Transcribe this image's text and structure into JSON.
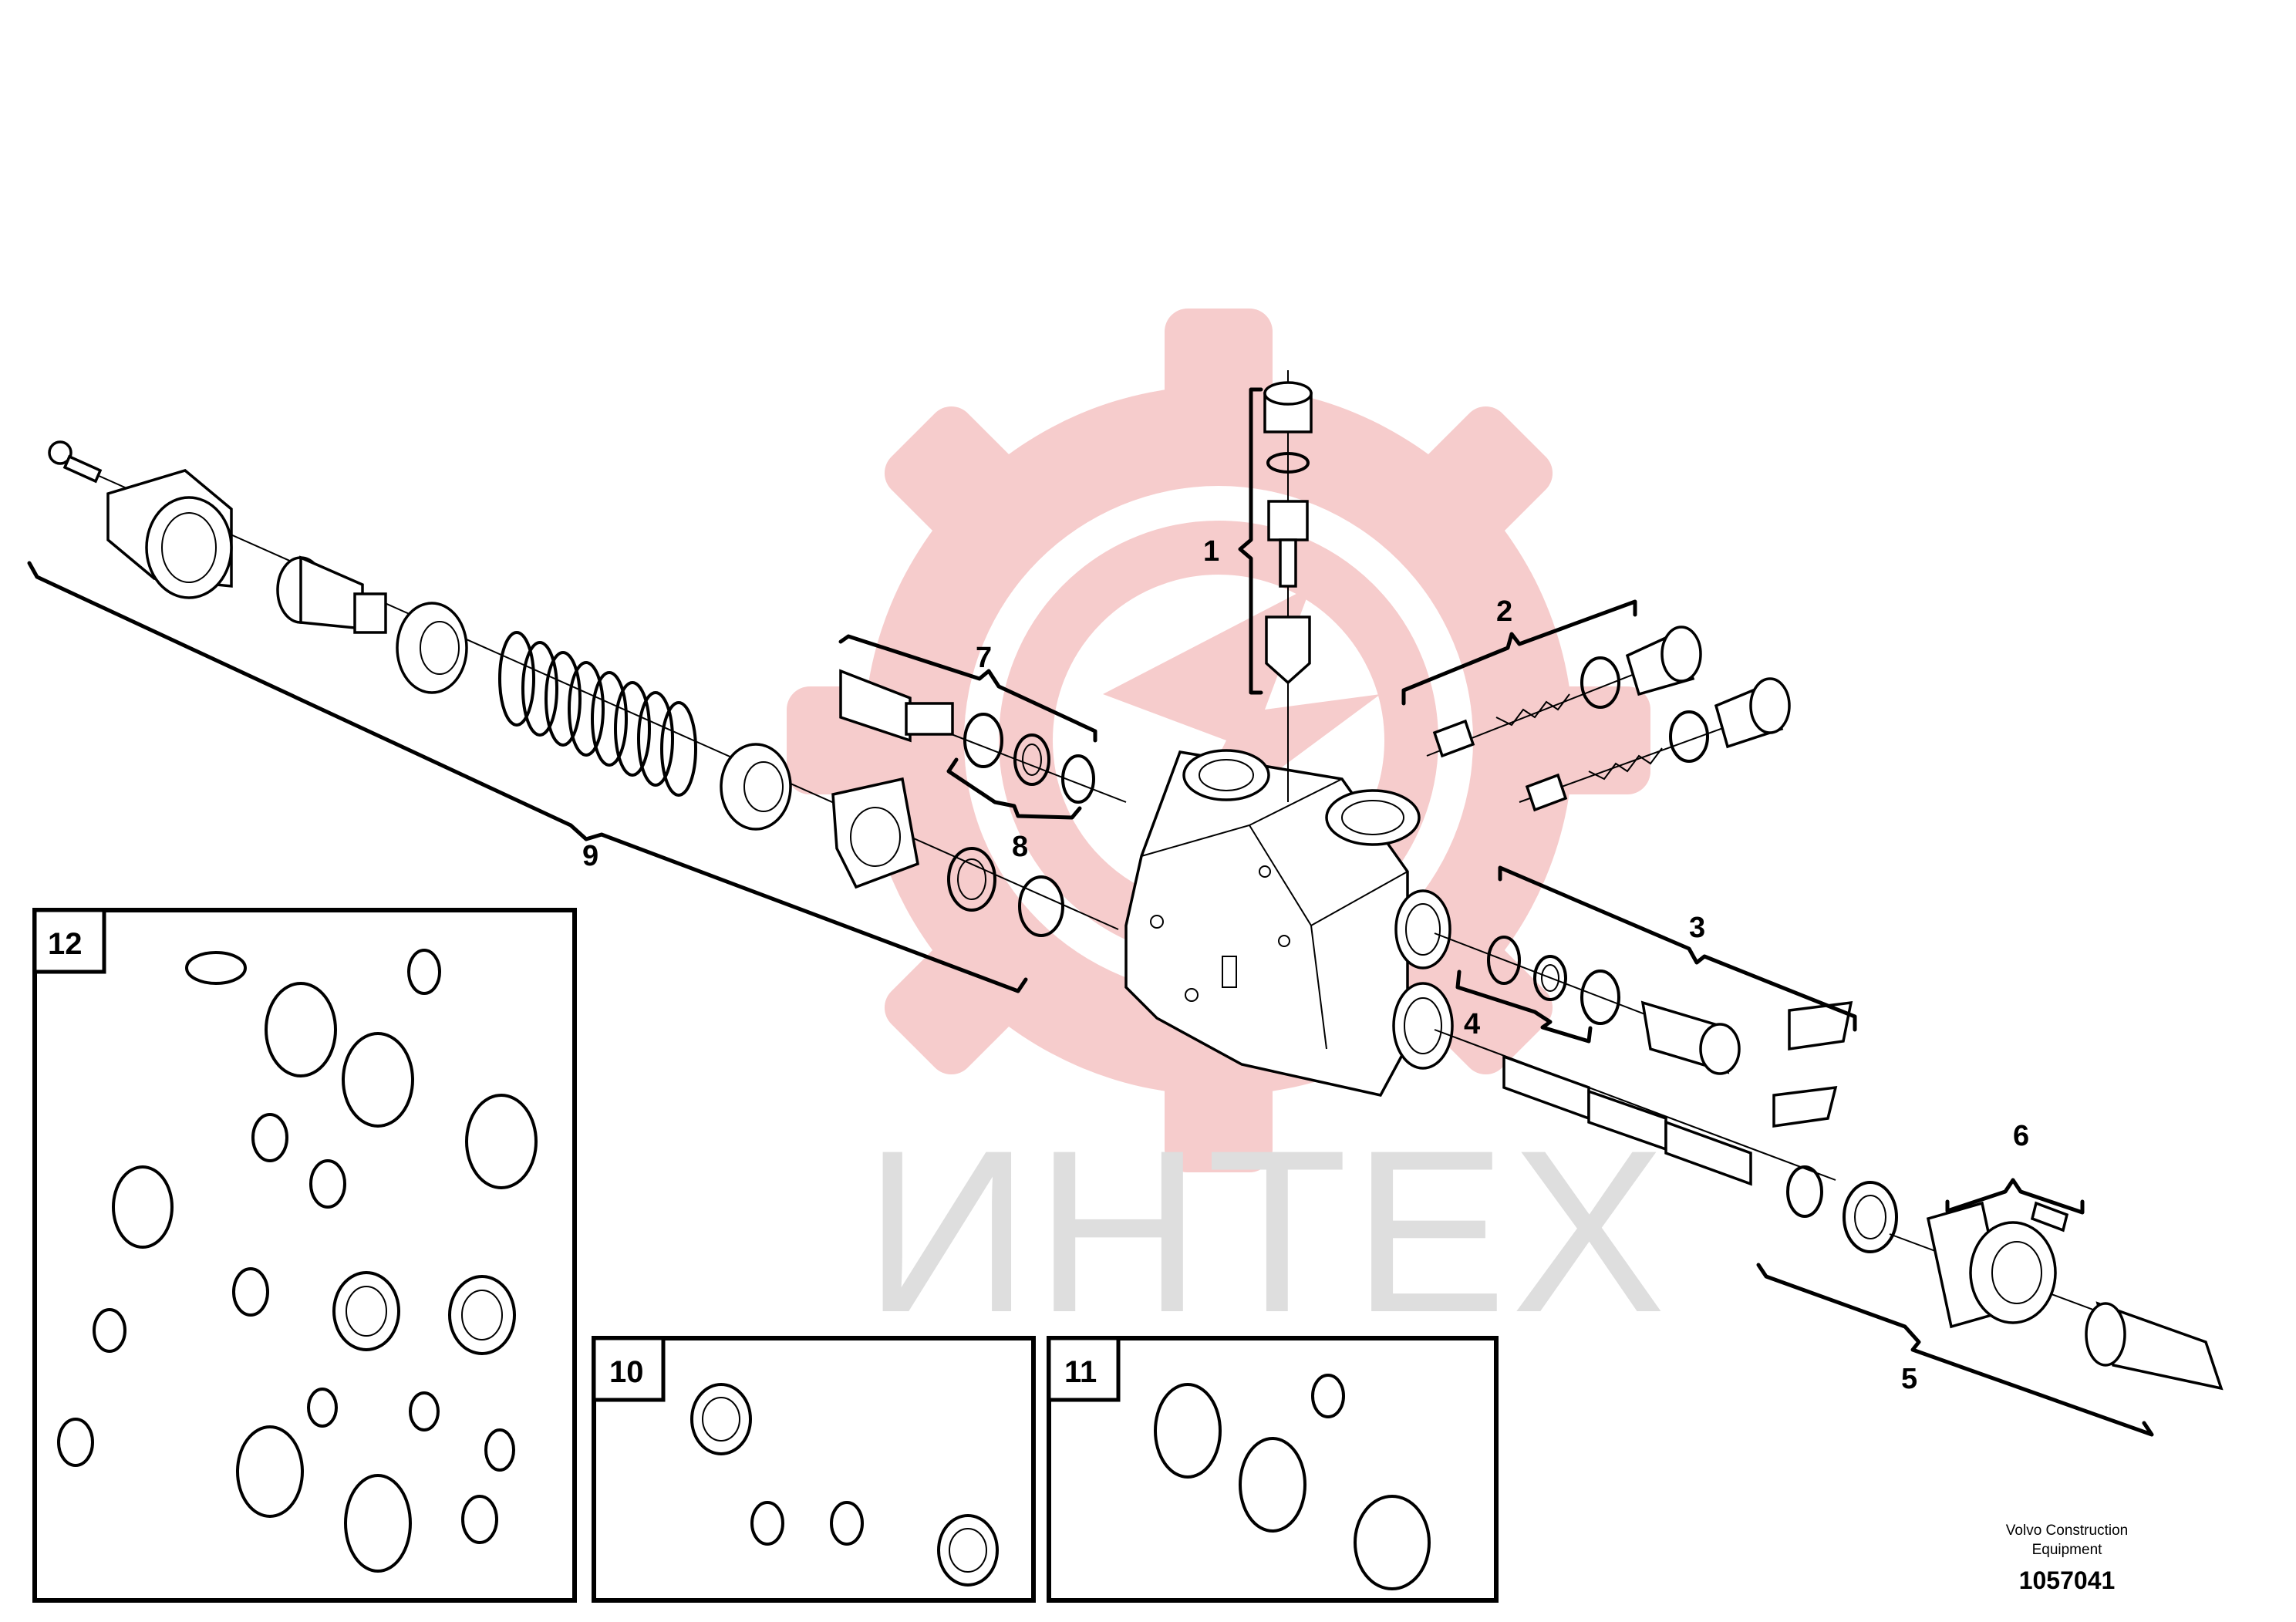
{
  "callouts": [
    "1",
    "2",
    "3",
    "4",
    "5",
    "6",
    "7",
    "8",
    "9"
  ],
  "kit_boxes": [
    "12",
    "10",
    "11"
  ],
  "watermark": {
    "text": "ИНТЕХ",
    "logo_color": "#f6c8c8",
    "text_color": "#dedede"
  },
  "footer": {
    "brand_line1": "Volvo Construction",
    "brand_line2": "Equipment",
    "drawing_number": "1057041"
  }
}
